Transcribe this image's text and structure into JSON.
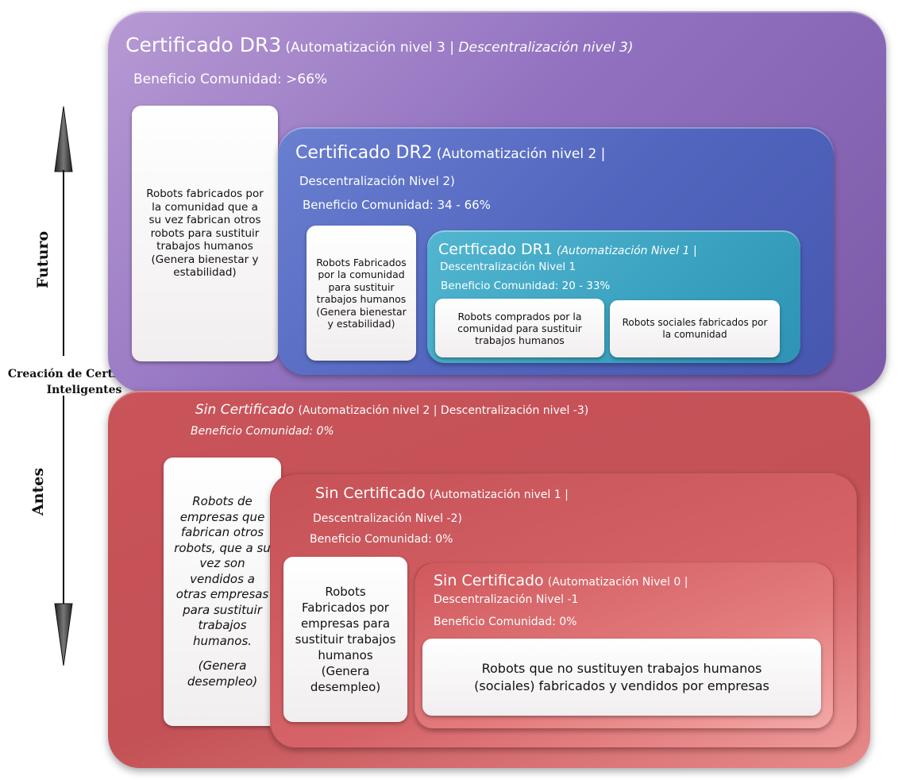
{
  "side": {
    "future_label": "Futuro",
    "past_label": "Antes",
    "center_label_line1": "Creación de Certificados",
    "center_label_line2": "Inteligentes"
  },
  "dr3": {
    "title_main": "Certificado DR3",
    "title_paren_a": "(Automatización nivel 3 | ",
    "title_paren_b": "Descentralización nivel 3)",
    "benefit": "Beneficio Comunidad: >66%",
    "card": "Robots fabricados por la comunidad que a su vez fabrican otros robots para sustituir trabajos humanos (Genera bienestar y estabilidad)"
  },
  "dr2": {
    "title_main": "Certificado DR2",
    "title_paren": "(Automatización nivel 2 |",
    "subtitle": "Descentralización Nivel 2)",
    "benefit": "Beneficio Comunidad: 34 - 66%",
    "card": "Robots Fabricados por la comunidad para sustituir trabajos humanos (Genera bienestar y estabilidad)"
  },
  "dr1": {
    "title_main": "Certficado DR1",
    "title_paren": "(Automatización Nivel 1 |",
    "subtitle": "Descentralización Nivel 1",
    "benefit": "Beneficio Comunidad: 20 - 33%",
    "card_left": "Robots comprados por la comunidad para sustituir trabajos humanos",
    "card_right": "Robots sociales fabricados por la comunidad"
  },
  "sc2": {
    "title_main": "Sin Certificado",
    "title_paren": "(Automatización nivel 2 | Descentralización nivel -3)",
    "benefit": "Beneficio Comunidad: 0%",
    "card_text": "Robots de empresas que fabrican otros robots, que a su vez son vendidos a otras empresas para sustituir trabajos humanos.",
    "card_note": "(Genera desempleo)"
  },
  "sc1": {
    "title_main": "Sin Certificado",
    "title_paren": "(Automatización nivel 1 |",
    "subtitle": "Descentralización Nivel -2)",
    "benefit": "Beneficio Comunidad:  0%",
    "card": "Robots Fabricados por empresas para sustituir trabajos humanos (Genera desempleo)"
  },
  "sc0": {
    "title_main": "Sin Certificado",
    "title_paren": "(Automatización Nivel 0 |",
    "subtitle": "Descentralización Nivel -1",
    "benefit": "Beneficio Comunidad: 0%",
    "card_line1": "Robots que no sustituyen trabajos humanos",
    "card_line2": "(sociales) fabricados y vendidos por empresas"
  }
}
